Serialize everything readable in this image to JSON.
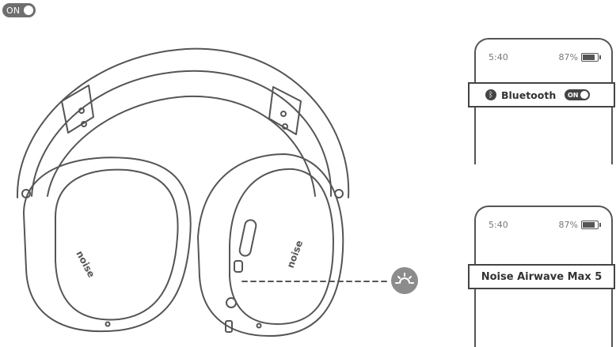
{
  "toggle_badge": {
    "label": "ON"
  },
  "phone_top": {
    "time": "5:40",
    "battery": "87%",
    "bluetooth_label": "Bluetooth",
    "switch_label": "ON"
  },
  "phone_bottom": {
    "time": "5:40",
    "battery": "87%",
    "device_name": "Noise Airwave Max 5"
  },
  "headphone": {
    "brand_left": "noise",
    "brand_right": "noise"
  },
  "colors": {
    "line": "#555555",
    "led": "#8c8c8c",
    "badge": "#6e6e6e"
  }
}
